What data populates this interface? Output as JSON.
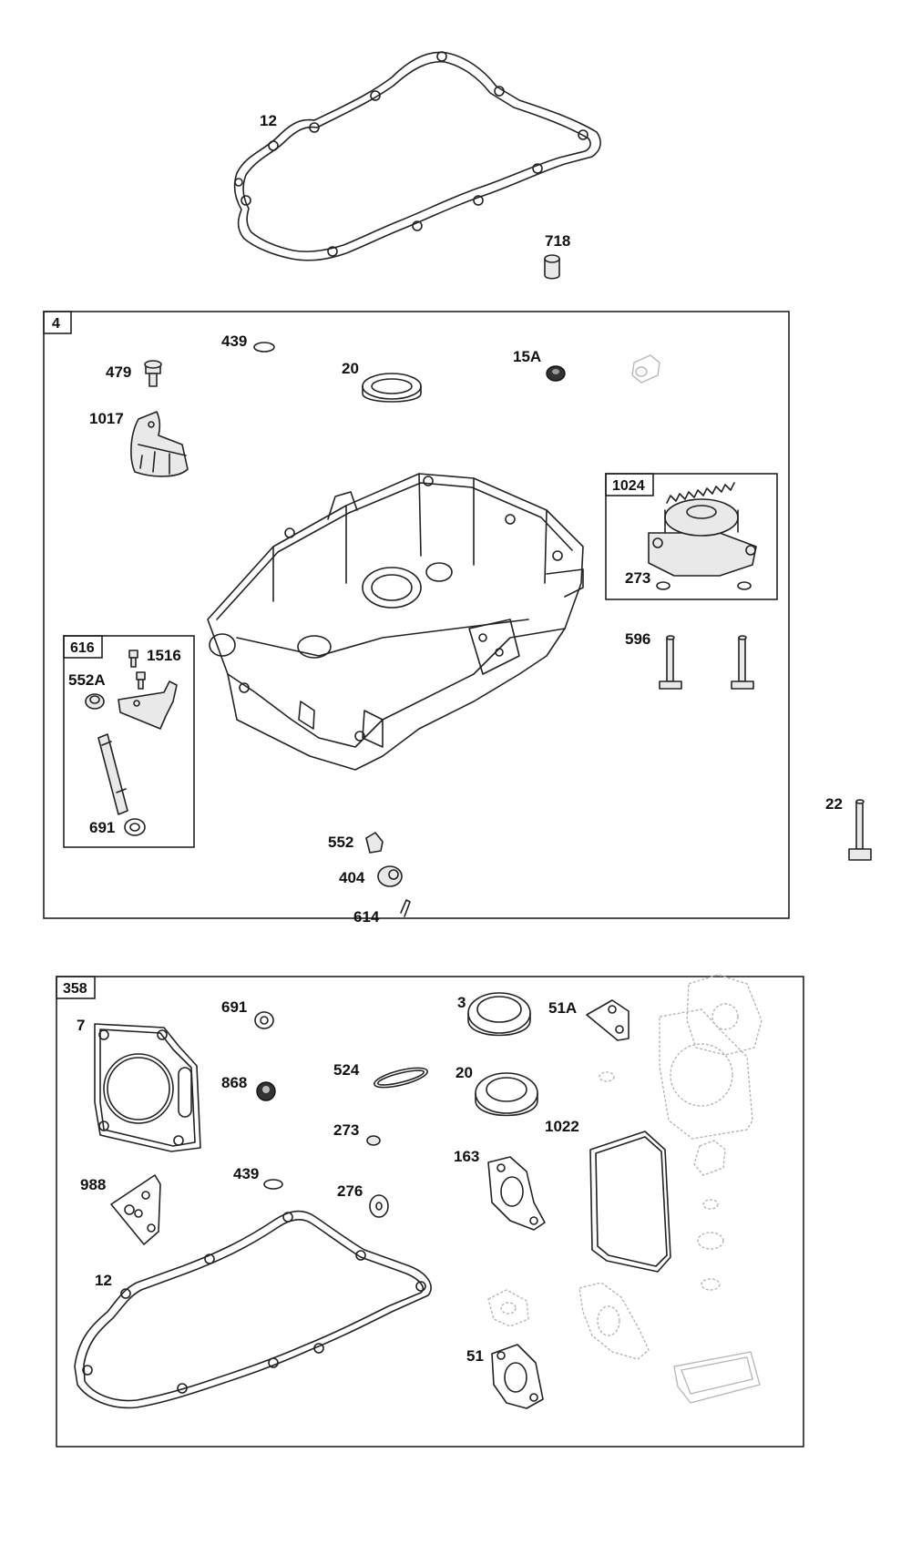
{
  "boxes": {
    "crankcase_cover": "4",
    "oil_pump": "1024",
    "governor": "616",
    "gasket_set": "358"
  },
  "labels": {
    "top_gasket": "12",
    "top_dowel": "718",
    "oring_439": "439",
    "screw_479": "479",
    "seal_20": "20",
    "plug_15a": "15A",
    "bracket_1017": "1017",
    "washer_273": "273",
    "bolt_596": "596",
    "screw_1516": "1516",
    "bushing_552a": "552A",
    "seal_691": "691",
    "bushing_552": "552",
    "washer_404": "404",
    "pin_614": "614",
    "bolt_22": "22",
    "k_head_gasket": "7",
    "k_seal_691": "691",
    "k_seal_868": "868",
    "k_oring_524": "524",
    "k_washer_273": "273",
    "k_oring_439": "439",
    "k_gasket_988": "988",
    "k_washer_276": "276",
    "k_seal_3": "3",
    "k_gasket_51a": "51A",
    "k_seal_20": "20",
    "k_gasket_1022": "1022",
    "k_gasket_163": "163",
    "k_gasket_12": "12",
    "k_gasket_51": "51"
  },
  "colors": {
    "line": "#222222",
    "ghost": "#b5b5b5",
    "background": "#ffffff"
  }
}
